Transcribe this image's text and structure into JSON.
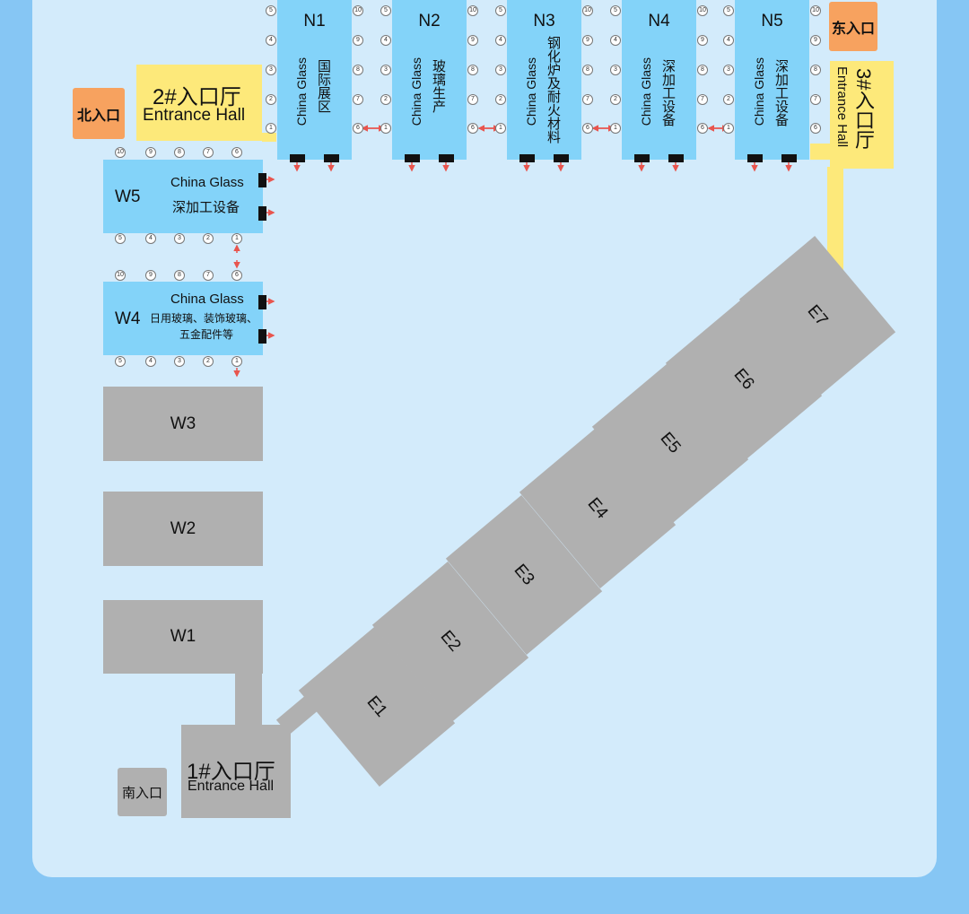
{
  "entrances": {
    "north": "北入口",
    "east": "东入口",
    "south": "南入口"
  },
  "halls_entrance": {
    "hall1": {
      "title": "1#入口厅",
      "subtitle": "Entrance Hall"
    },
    "hall2": {
      "title": "2#入口厅",
      "subtitle": "Entrance Hall"
    },
    "hall3": {
      "title": "3#入口厅",
      "subtitle": "Entrance Hall"
    }
  },
  "north_halls": [
    {
      "id": "N1",
      "brand": "China Glass",
      "desc": "国际展区"
    },
    {
      "id": "N2",
      "brand": "China Glass",
      "desc": "玻璃生产"
    },
    {
      "id": "N3",
      "brand": "China Glass",
      "desc": "钢化炉及耐火材料"
    },
    {
      "id": "N4",
      "brand": "China Glass",
      "desc": "深加工设备"
    },
    {
      "id": "N5",
      "brand": "China Glass",
      "desc": "深加工设备"
    }
  ],
  "west_halls": [
    {
      "id": "W5",
      "brand": "China Glass",
      "desc": "深加工设备"
    },
    {
      "id": "W4",
      "brand": "China Glass",
      "desc": "日用玻璃、装饰玻璃、",
      "desc2": "五金配件等"
    },
    {
      "id": "W3"
    },
    {
      "id": "W2"
    },
    {
      "id": "W1"
    }
  ],
  "east_halls": [
    "E1",
    "E2",
    "E3",
    "E4",
    "E5",
    "E6",
    "E7"
  ],
  "gate_numbers": {
    "left_col": [
      "5",
      "4",
      "3",
      "2",
      "1"
    ],
    "right_col": [
      "10",
      "9",
      "8",
      "7",
      "6"
    ],
    "top_row": [
      "10",
      "9",
      "8",
      "7",
      "6"
    ],
    "bottom_row": [
      "5",
      "4",
      "3",
      "2",
      "1"
    ]
  },
  "colors": {
    "background": "#86c6f4",
    "panel": "#d3ebfb",
    "active_hall": "#83d3f9",
    "inactive_hall": "#b0b0b0",
    "entrance_hall": "#fde97a",
    "entrance": "#f7a25f",
    "arrow": "#e8554e"
  }
}
